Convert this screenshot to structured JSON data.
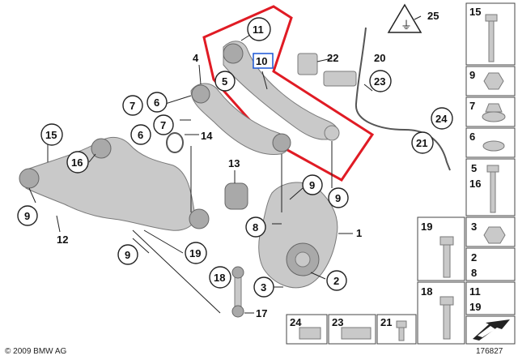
{
  "labels": {
    "l1": "1",
    "l2": "2",
    "l3": "3",
    "l4": "4",
    "l5": "5",
    "l6": "6",
    "l7": "7",
    "l8": "8",
    "l9": "9",
    "l10": "10",
    "l11": "11",
    "l12": "12",
    "l13": "13",
    "l14": "14",
    "l15": "15",
    "l16": "16",
    "l17": "17",
    "l18": "18",
    "l19": "19",
    "l20": "20",
    "l21": "21",
    "l22": "22",
    "l23": "23",
    "l24": "24",
    "l25": "25"
  },
  "legend_cells": {
    "c15": "15",
    "c9": "9",
    "c7": "7",
    "c6": "6",
    "c5": "5",
    "c16": "16",
    "c19": "19",
    "c3": "3",
    "c2": "2",
    "c8": "8",
    "c18": "18",
    "c11": "11",
    "c19b": "19",
    "c24": "24",
    "c23": "23",
    "c21": "21"
  },
  "copyright": "© 2009 BMW AG",
  "diagram_id": "176827",
  "colors": {
    "highlight": "#e01b24",
    "part_fill": "#c9c9c9",
    "line": "#222222"
  }
}
